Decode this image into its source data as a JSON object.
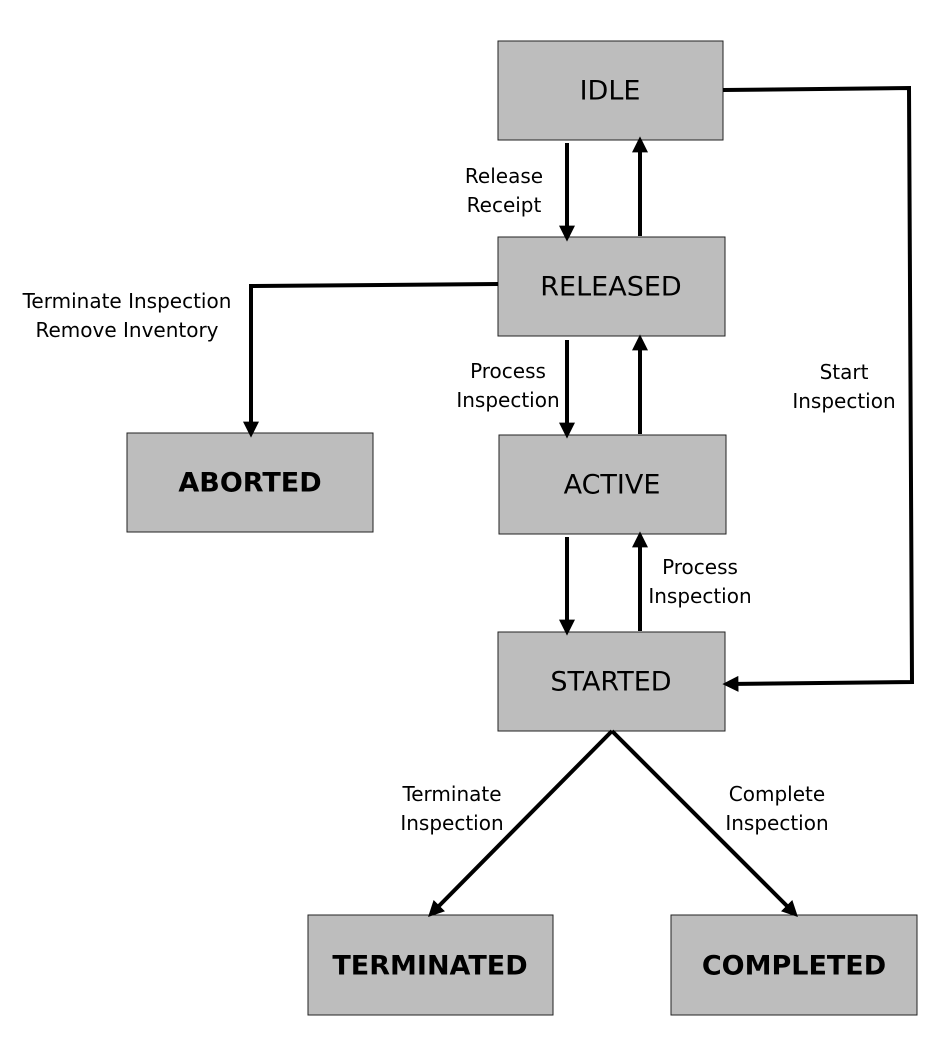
{
  "states": {
    "idle": "IDLE",
    "released": "RELEASED",
    "aborted": "ABORTED",
    "active": "ACTIVE",
    "started": "STARTED",
    "terminated": "TERMINATED",
    "completed": "COMPLETED"
  },
  "transitions": {
    "release_receipt": {
      "line1": "Release",
      "line2": "Receipt"
    },
    "terminate_remove": {
      "line1": "Terminate Inspection",
      "line2": "Remove Inventory"
    },
    "process_inspection_upper": {
      "line1": "Process",
      "line2": "Inspection"
    },
    "process_inspection_lower": {
      "line1": "Process",
      "line2": "Inspection"
    },
    "start_inspection": {
      "line1": "Start",
      "line2": "Inspection"
    },
    "terminate_inspection": {
      "line1": "Terminate",
      "line2": "Inspection"
    },
    "complete_inspection": {
      "line1": "Complete",
      "line2": "Inspection"
    }
  },
  "colors": {
    "box_fill": "#bdbdbd",
    "box_stroke": "#222222",
    "edge": "#000000"
  }
}
